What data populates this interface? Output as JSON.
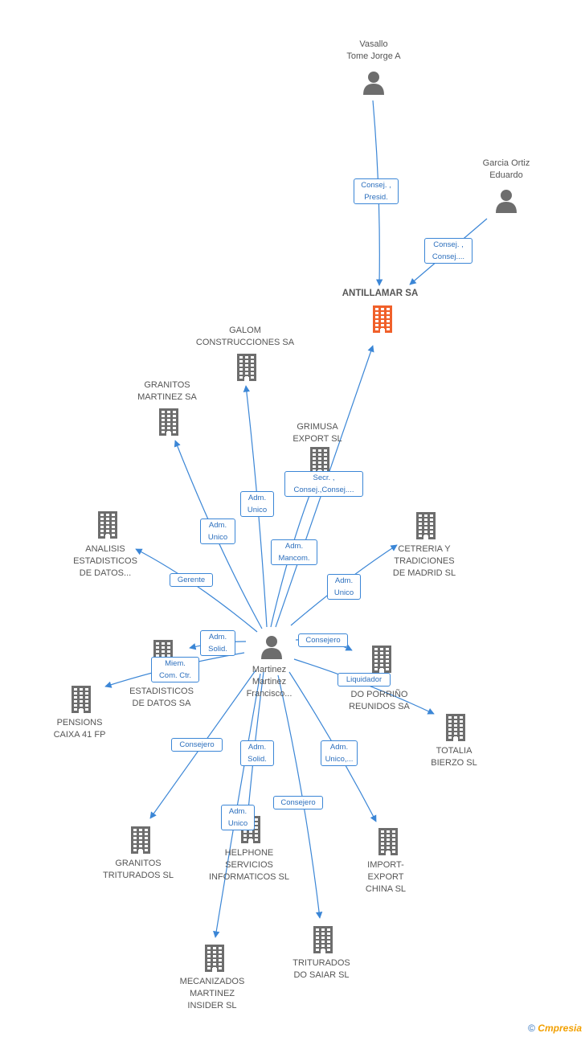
{
  "graph": {
    "nodes": [
      {
        "id": "vasallo",
        "type": "person",
        "label": [
          "Vasallo",
          "Tome Jorge A"
        ]
      },
      {
        "id": "garcia",
        "type": "person",
        "label": [
          "Garcia Ortiz",
          "Eduardo"
        ]
      },
      {
        "id": "antillamar",
        "type": "company",
        "main": true,
        "label": [
          "ANTILLAMAR SA"
        ]
      },
      {
        "id": "galom",
        "type": "company",
        "label": [
          "GALOM",
          "CONSTRUCCIONES SA"
        ]
      },
      {
        "id": "granitos_mart",
        "type": "company",
        "label": [
          "GRANITOS",
          "MARTINEZ SA"
        ]
      },
      {
        "id": "grimusa",
        "type": "company",
        "label": [
          "GRIMUSA",
          "EXPORT SL"
        ]
      },
      {
        "id": "analisis1",
        "type": "company",
        "label": [
          "ANALISIS",
          "ESTADISTICOS",
          "DE DATOS..."
        ]
      },
      {
        "id": "cetreria",
        "type": "company",
        "label": [
          "CETRERIA Y",
          "TRADICIONES",
          "DE MADRID SL"
        ]
      },
      {
        "id": "martinez",
        "type": "person",
        "label": [
          "Martinez",
          "Martinez",
          "Francisco..."
        ]
      },
      {
        "id": "analisis2",
        "type": "company",
        "label": [
          "A...",
          "ESTADISTICOS",
          "DE DATOS SA"
        ]
      },
      {
        "id": "pensions",
        "type": "company",
        "label": [
          "PENSIONS",
          "CAIXA 41 FP"
        ]
      },
      {
        "id": "porrino",
        "type": "company",
        "label": [
          "...OS",
          "DO PORRIÑO",
          "REUNIDOS SA"
        ]
      },
      {
        "id": "totalia",
        "type": "company",
        "label": [
          "TOTALIA",
          "BIERZO SL"
        ]
      },
      {
        "id": "granitos_trit",
        "type": "company",
        "label": [
          "GRANITOS",
          "TRITURADOS SL"
        ]
      },
      {
        "id": "helphone",
        "type": "company",
        "label": [
          "HELPHONE",
          "SERVICIOS",
          "INFORMATICOS SL"
        ]
      },
      {
        "id": "import",
        "type": "company",
        "label": [
          "IMPORT-",
          "EXPORT",
          "CHINA SL"
        ]
      },
      {
        "id": "triturados",
        "type": "company",
        "label": [
          "TRITURADOS",
          "DO SAIAR SL"
        ]
      },
      {
        "id": "mecanizados",
        "type": "company",
        "label": [
          "MECANIZADOS",
          "MARTINEZ",
          "INSIDER SL"
        ]
      }
    ],
    "edges": [
      {
        "from": "vasallo",
        "to": "antillamar",
        "label": [
          "Consej. ,",
          "Presid."
        ]
      },
      {
        "from": "garcia",
        "to": "antillamar",
        "label": [
          "Consej. ,",
          "Consej...."
        ]
      },
      {
        "from": "martinez",
        "to": "antillamar",
        "label": [
          "Secr. ,",
          "Consej.,Consej...."
        ]
      },
      {
        "from": "martinez",
        "to": "galom",
        "label": [
          "Adm.",
          "Unico"
        ]
      },
      {
        "from": "martinez",
        "to": "granitos_mart",
        "label": [
          "Adm.",
          "Unico"
        ]
      },
      {
        "from": "martinez",
        "to": "grimusa",
        "label": [
          "Adm.",
          "Mancom."
        ]
      },
      {
        "from": "martinez",
        "to": "analisis1",
        "label": [
          "Gerente"
        ]
      },
      {
        "from": "martinez",
        "to": "cetreria",
        "label": [
          "Adm.",
          "Unico"
        ]
      },
      {
        "from": "martinez",
        "to": "analisis2",
        "label": [
          "Adm.",
          "Solid."
        ]
      },
      {
        "from": "martinez",
        "to": "pensions",
        "label": [
          "Miem.",
          "Com. Ctr."
        ]
      },
      {
        "from": "martinez",
        "to": "porrino",
        "label": [
          "Consejero"
        ]
      },
      {
        "from": "martinez",
        "to": "totalia",
        "label": [
          "Liquidador"
        ]
      },
      {
        "from": "martinez",
        "to": "granitos_trit",
        "label": [
          "Consejero"
        ]
      },
      {
        "from": "martinez",
        "to": "helphone",
        "label": [
          "Adm.",
          "Solid."
        ]
      },
      {
        "from": "martinez",
        "to": "mecanizados",
        "label": [
          "Adm.",
          "Unico"
        ]
      },
      {
        "from": "martinez",
        "to": "triturados",
        "label": [
          "Consejero"
        ]
      },
      {
        "from": "martinez",
        "to": "import",
        "label": [
          "Adm.",
          "Unico,..."
        ]
      }
    ]
  },
  "colors": {
    "edge": "#3b86d6",
    "company": "#6d6d6d",
    "main_company": "#f0602a",
    "person": "#6d6d6d"
  },
  "footer": {
    "copyright": "©",
    "brand_first": "C",
    "brand_rest": "mpresia"
  }
}
